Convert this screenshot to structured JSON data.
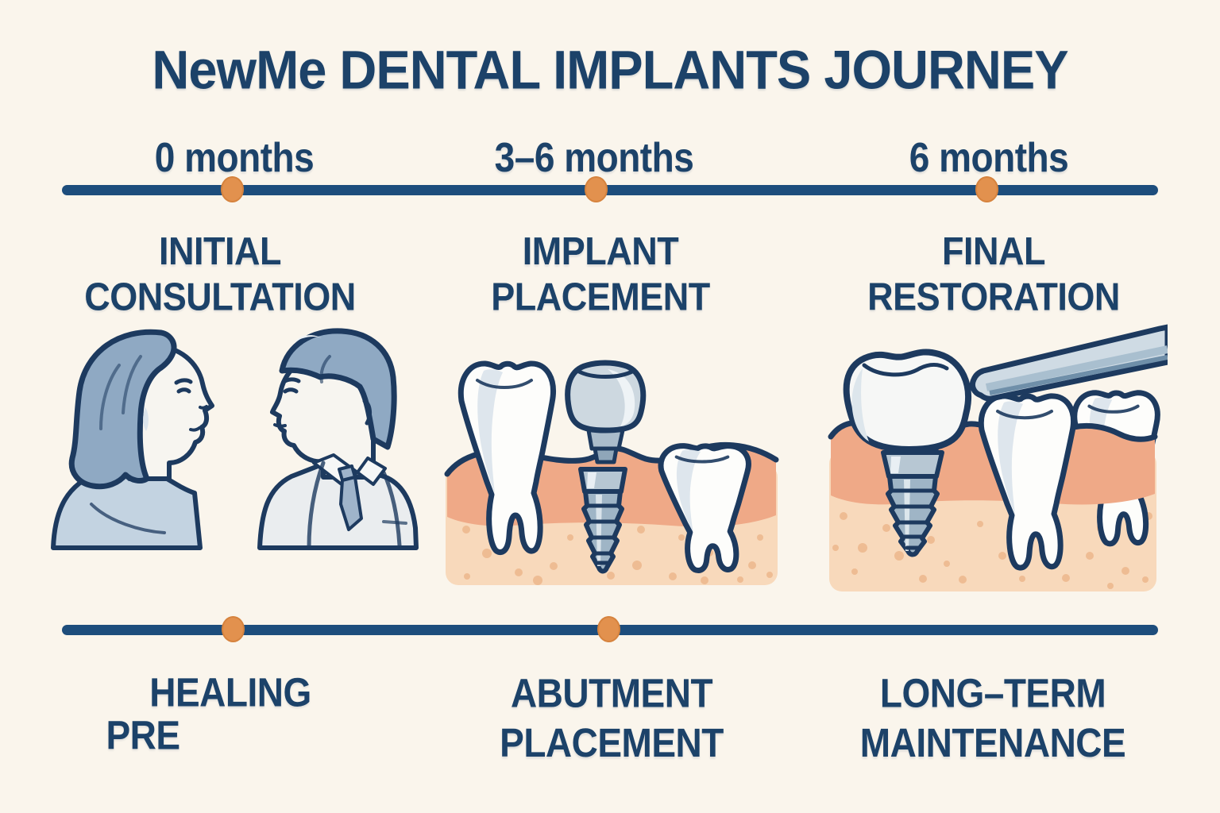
{
  "title": "NewMe DENTAL IMPLANTS JOURNEY",
  "timeline_top": {
    "milestones": [
      {
        "time": "0 months",
        "stage_line1": "INITIAL",
        "stage_line2": "CONSULTATION"
      },
      {
        "time": "3–6 months",
        "stage_line1": "IMPLANT",
        "stage_line2": "PLACEMENT"
      },
      {
        "time": "6 months",
        "stage_line1": "FINAL",
        "stage_line2": "RESTORATION"
      }
    ]
  },
  "timeline_bottom": {
    "stages": [
      {
        "line1": "HEALING",
        "line2": "PRE"
      },
      {
        "line1": "ABUTMENT",
        "line2": "PLACEMENT"
      },
      {
        "line1": "LONG–TERM",
        "line2": "MAINTENANCE"
      }
    ]
  },
  "illustrations": [
    {
      "name": "initial-consultation",
      "description": "patient and dentist profiles facing each other"
    },
    {
      "name": "implant-placement",
      "description": "implant screw and crown between molars in gum cross-section"
    },
    {
      "name": "final-restoration",
      "description": "crown seated on implant beside molars with dental handpiece"
    }
  ],
  "palette": {
    "background": "#faf5ec",
    "navy_text": "#1c4269",
    "timeline_line": "#1d4d7c",
    "dot_orange": "#e2914e",
    "outline_navy": "#1d3a5f",
    "gum_salmon": "#efa987",
    "bone_light": "#f8d9bb",
    "bone_speckle": "#eebc93",
    "tooth_white": "#fdfdfb",
    "tooth_shade": "#d8e2ea",
    "implant_metal": "#9fb5c6",
    "implant_metal_light": "#cdd8e0",
    "figure_blue": "#8fa9c3",
    "figure_light_blue": "#c3d3e1"
  }
}
